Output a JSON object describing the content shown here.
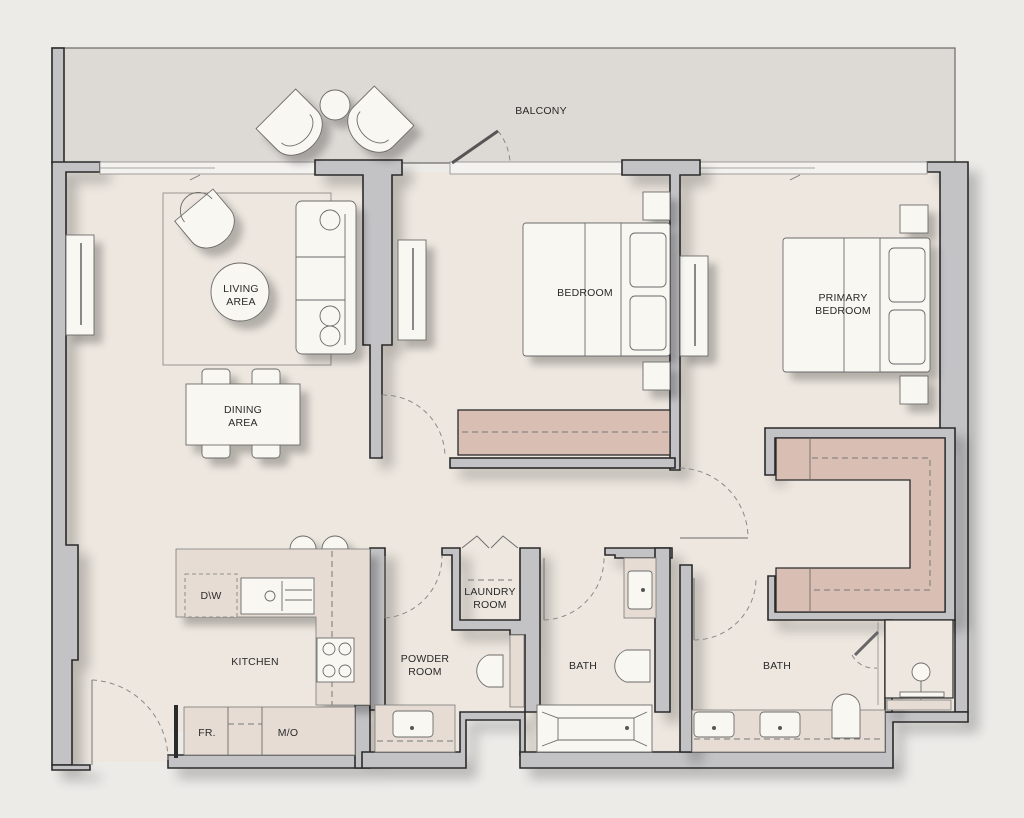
{
  "plan": {
    "type": "two-bedroom apartment floor plan",
    "colors": {
      "background": "#ecebe8",
      "balcony_floor": "#ddd9d5",
      "interior_floor": "#ede7df",
      "walls": "#c3c3c6",
      "wall_outline": "#2b2b2b",
      "closets": "#d9bfb3",
      "counters": "#e6dcd3",
      "furniture": "#f9f7f1"
    },
    "rooms": {
      "balcony": "BALCONY",
      "living_line1": "LIVING",
      "living_line2": "AREA",
      "dining_line1": "DINING",
      "dining_line2": "AREA",
      "bedroom": "BEDROOM",
      "primary_line1": "PRIMARY",
      "primary_line2": "BEDROOM",
      "kitchen": "KITCHEN",
      "powder_line1": "POWDER",
      "powder_line2": "ROOM",
      "laundry_line1": "LAUNDRY",
      "laundry_line2": "ROOM",
      "bath_1": "BATH",
      "bath_2": "BATH"
    },
    "appliances": {
      "dishwasher": "D\\W",
      "fridge": "FR.",
      "microwave": "M/O"
    }
  }
}
